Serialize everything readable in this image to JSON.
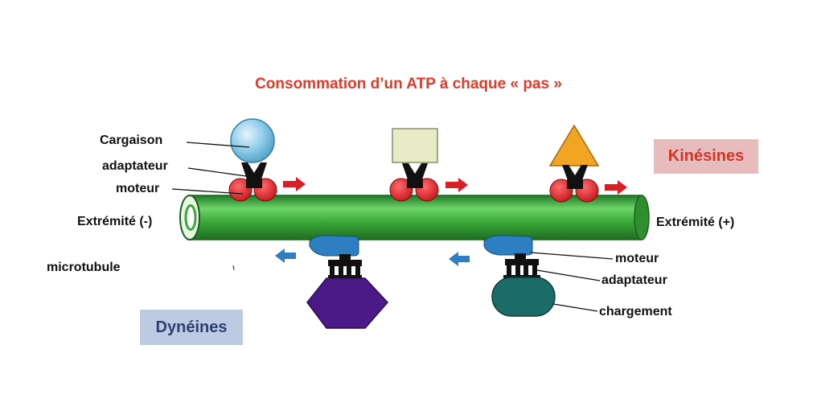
{
  "title": "Consommation d’un ATP à chaque « pas »",
  "kinesin_label": "Kinésines",
  "dynein_label": "Dynéines",
  "labels": {
    "cargaison": "Cargaison",
    "adaptateur_top": "adaptateur",
    "moteur_top": "moteur",
    "minus_end": "Extrémité (-)",
    "plus_end": "Extrémité (+)",
    "microtubule": "microtubule",
    "moteur_bottom": "moteur",
    "adaptateur_bottom": "adaptateur",
    "chargement": "chargement"
  },
  "colors": {
    "title": "#e03a2a",
    "microtubule": "#35a635",
    "kinesin_motor": "#d91f26",
    "dynein_motor": "#2e7fc1",
    "adaptor": "#111111",
    "cargo_sphere": "#8ccbe8",
    "cargo_square": "#e7ecc7",
    "cargo_triangle": "#f1a522",
    "cargo_hexagon": "#4b1a86",
    "cargo_oval": "#1b6b68",
    "kinesin_badge": "#e8bcbc",
    "dynein_badge": "#bccbe2"
  }
}
